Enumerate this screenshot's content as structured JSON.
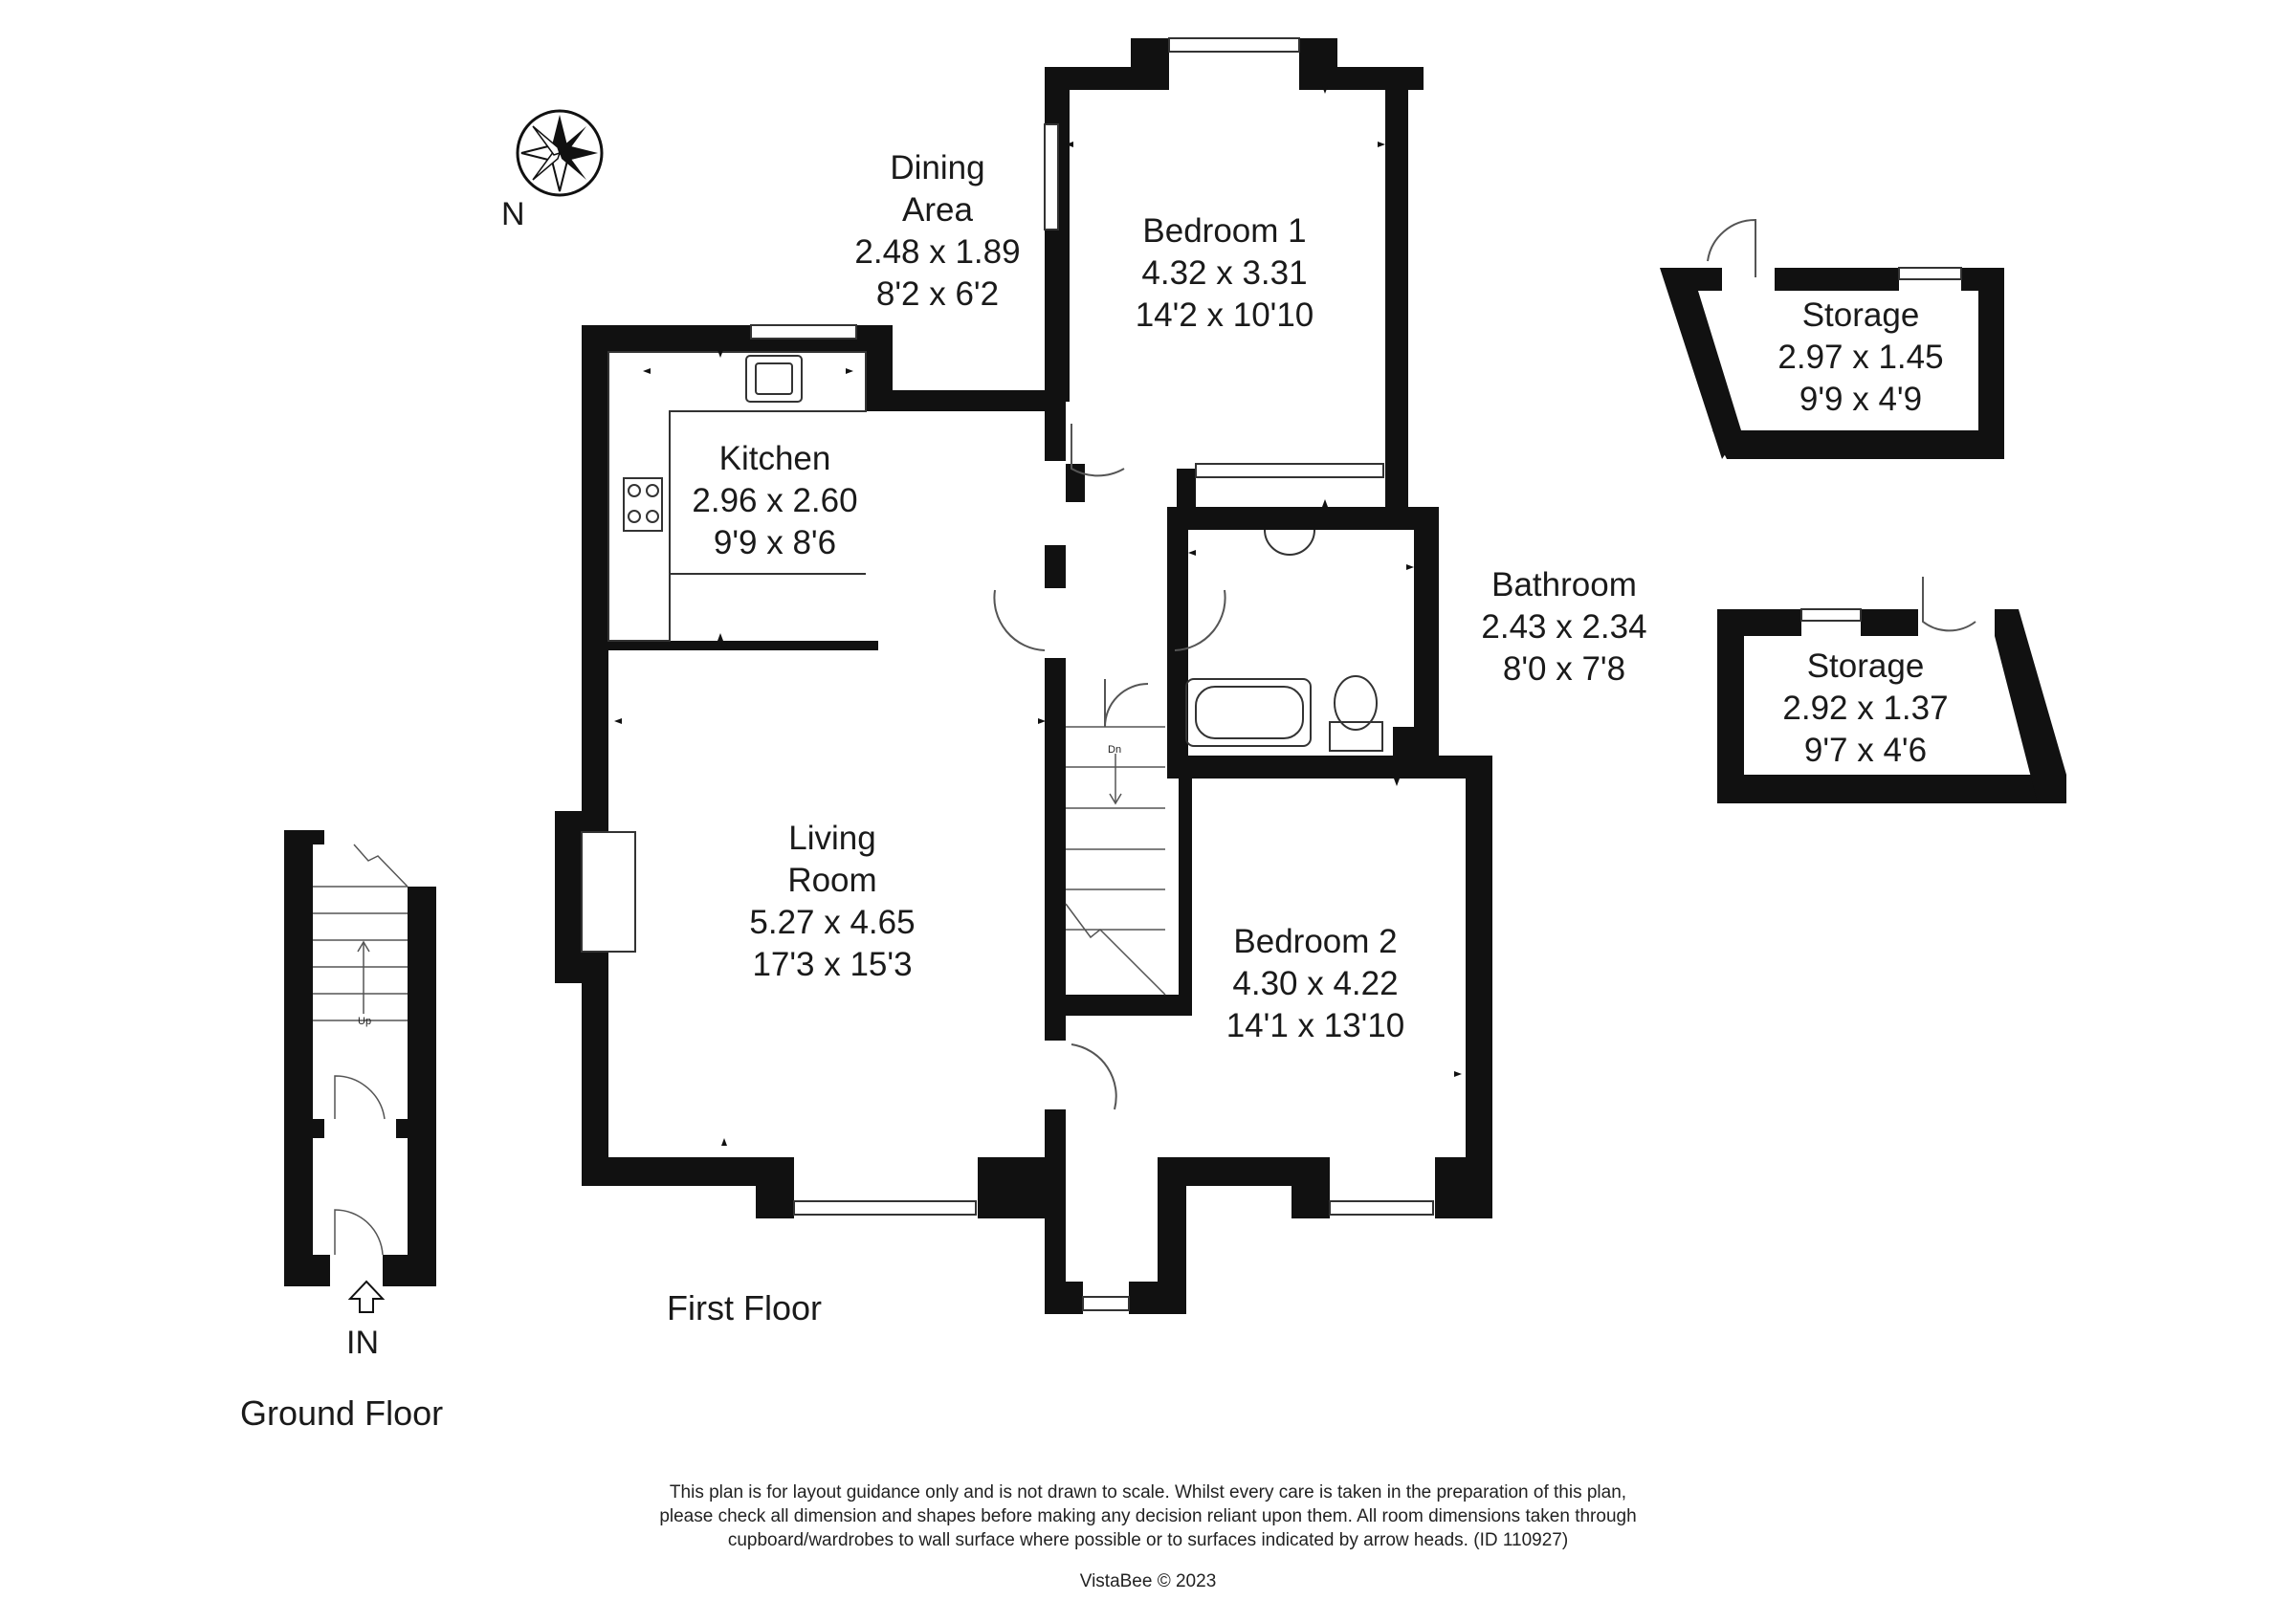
{
  "compass": {
    "icon": "compass-rose-icon",
    "north_label": "N"
  },
  "rooms": {
    "dining": {
      "name_line1": "Dining",
      "name_line2": "Area",
      "metric": "2.48 x 1.89",
      "imperial": "8'2 x 6'2"
    },
    "bedroom1": {
      "name": "Bedroom 1",
      "metric": "4.32 x 3.31",
      "imperial": "14'2 x 10'10"
    },
    "kitchen": {
      "name": "Kitchen",
      "metric": "2.96 x 2.60",
      "imperial": "9'9 x 8'6"
    },
    "bathroom": {
      "name": "Bathroom",
      "metric": "2.43 x 2.34",
      "imperial": "8'0 x 7'8"
    },
    "living": {
      "name_line1": "Living",
      "name_line2": "Room",
      "metric": "5.27 x 4.65",
      "imperial": "17'3 x 15'3"
    },
    "bedroom2": {
      "name": "Bedroom 2",
      "metric": "4.30 x 4.22",
      "imperial": "14'1 x 13'10"
    },
    "storage1": {
      "name": "Storage",
      "metric": "2.97 x 1.45",
      "imperial": "9'9 x 4'9"
    },
    "storage2": {
      "name": "Storage",
      "metric": "2.92 x 1.37",
      "imperial": "9'7 x 4'6"
    }
  },
  "stairs": {
    "down_label": "Dn",
    "up_label": "Up"
  },
  "entrance_label": "IN",
  "floors": {
    "ground": "Ground Floor",
    "first": "First Floor"
  },
  "disclaimer": {
    "line1": "This plan is for layout guidance only and is not drawn to scale. Whilst every care is taken in the preparation of this plan,",
    "line2": "please check all dimension and shapes before making any decision reliant upon them. All room dimensions taken through",
    "line3": "cupboard/wardrobes to wall surface where possible or to surfaces indicated by arrow heads. (ID 110927)"
  },
  "copyright": "VistaBee © 2023",
  "colors": {
    "wall": "#111111",
    "background": "#ffffff",
    "fixture_line": "#333333"
  }
}
